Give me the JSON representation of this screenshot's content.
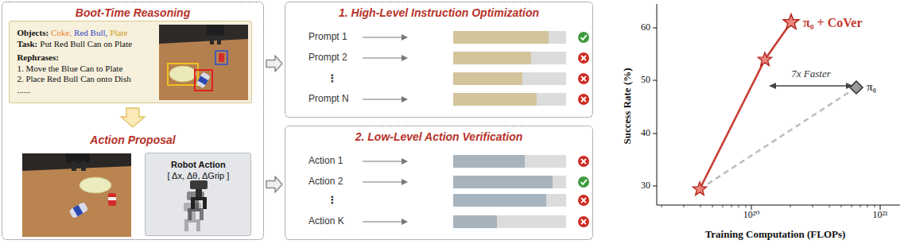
{
  "diagram": {
    "nodes": [
      {
        "text": [
          "Boot-Time Reasoning",
          "Action Proposal"
        ]
      },
      {
        "text": [
          "Objects:",
          "Coke,",
          "Red Bull,",
          "Plate",
          "Task:",
          "Put Red Bull Can on Plate",
          "Rephrases:",
          "1. Move the Blue Can to Plate",
          "2. Place Red Bull Can onto Dish",
          "......"
        ],
        "in": 0
      },
      {
        "text": [
          "Robot Action",
          "[ Δx, Δθ, ΔGrip ]"
        ],
        "in": 0
      },
      {
        "text": [
          "1. High-Level Instruction Optimization"
        ]
      },
      {
        "text": [
          "2. Low-Level Action Verification"
        ]
      }
    ],
    "edges": [
      {
        "from": 0,
        "to": 3,
        "arrow": "to"
      },
      {
        "from": 0,
        "to": 4,
        "arrow": "to"
      }
    ],
    "labels": [
      "Prompt 1",
      "Prompt 2",
      "⋮",
      "Prompt N",
      "Action 1",
      "Action 2",
      "⋮",
      "Action K",
      "π₀ + CoVer",
      "7x Faster",
      "π₀",
      "60",
      "50",
      "40",
      "30",
      "10²⁰",
      "10²¹",
      "Success Rate (%)",
      "Training Computation (FLOPs)"
    ]
  }
}
